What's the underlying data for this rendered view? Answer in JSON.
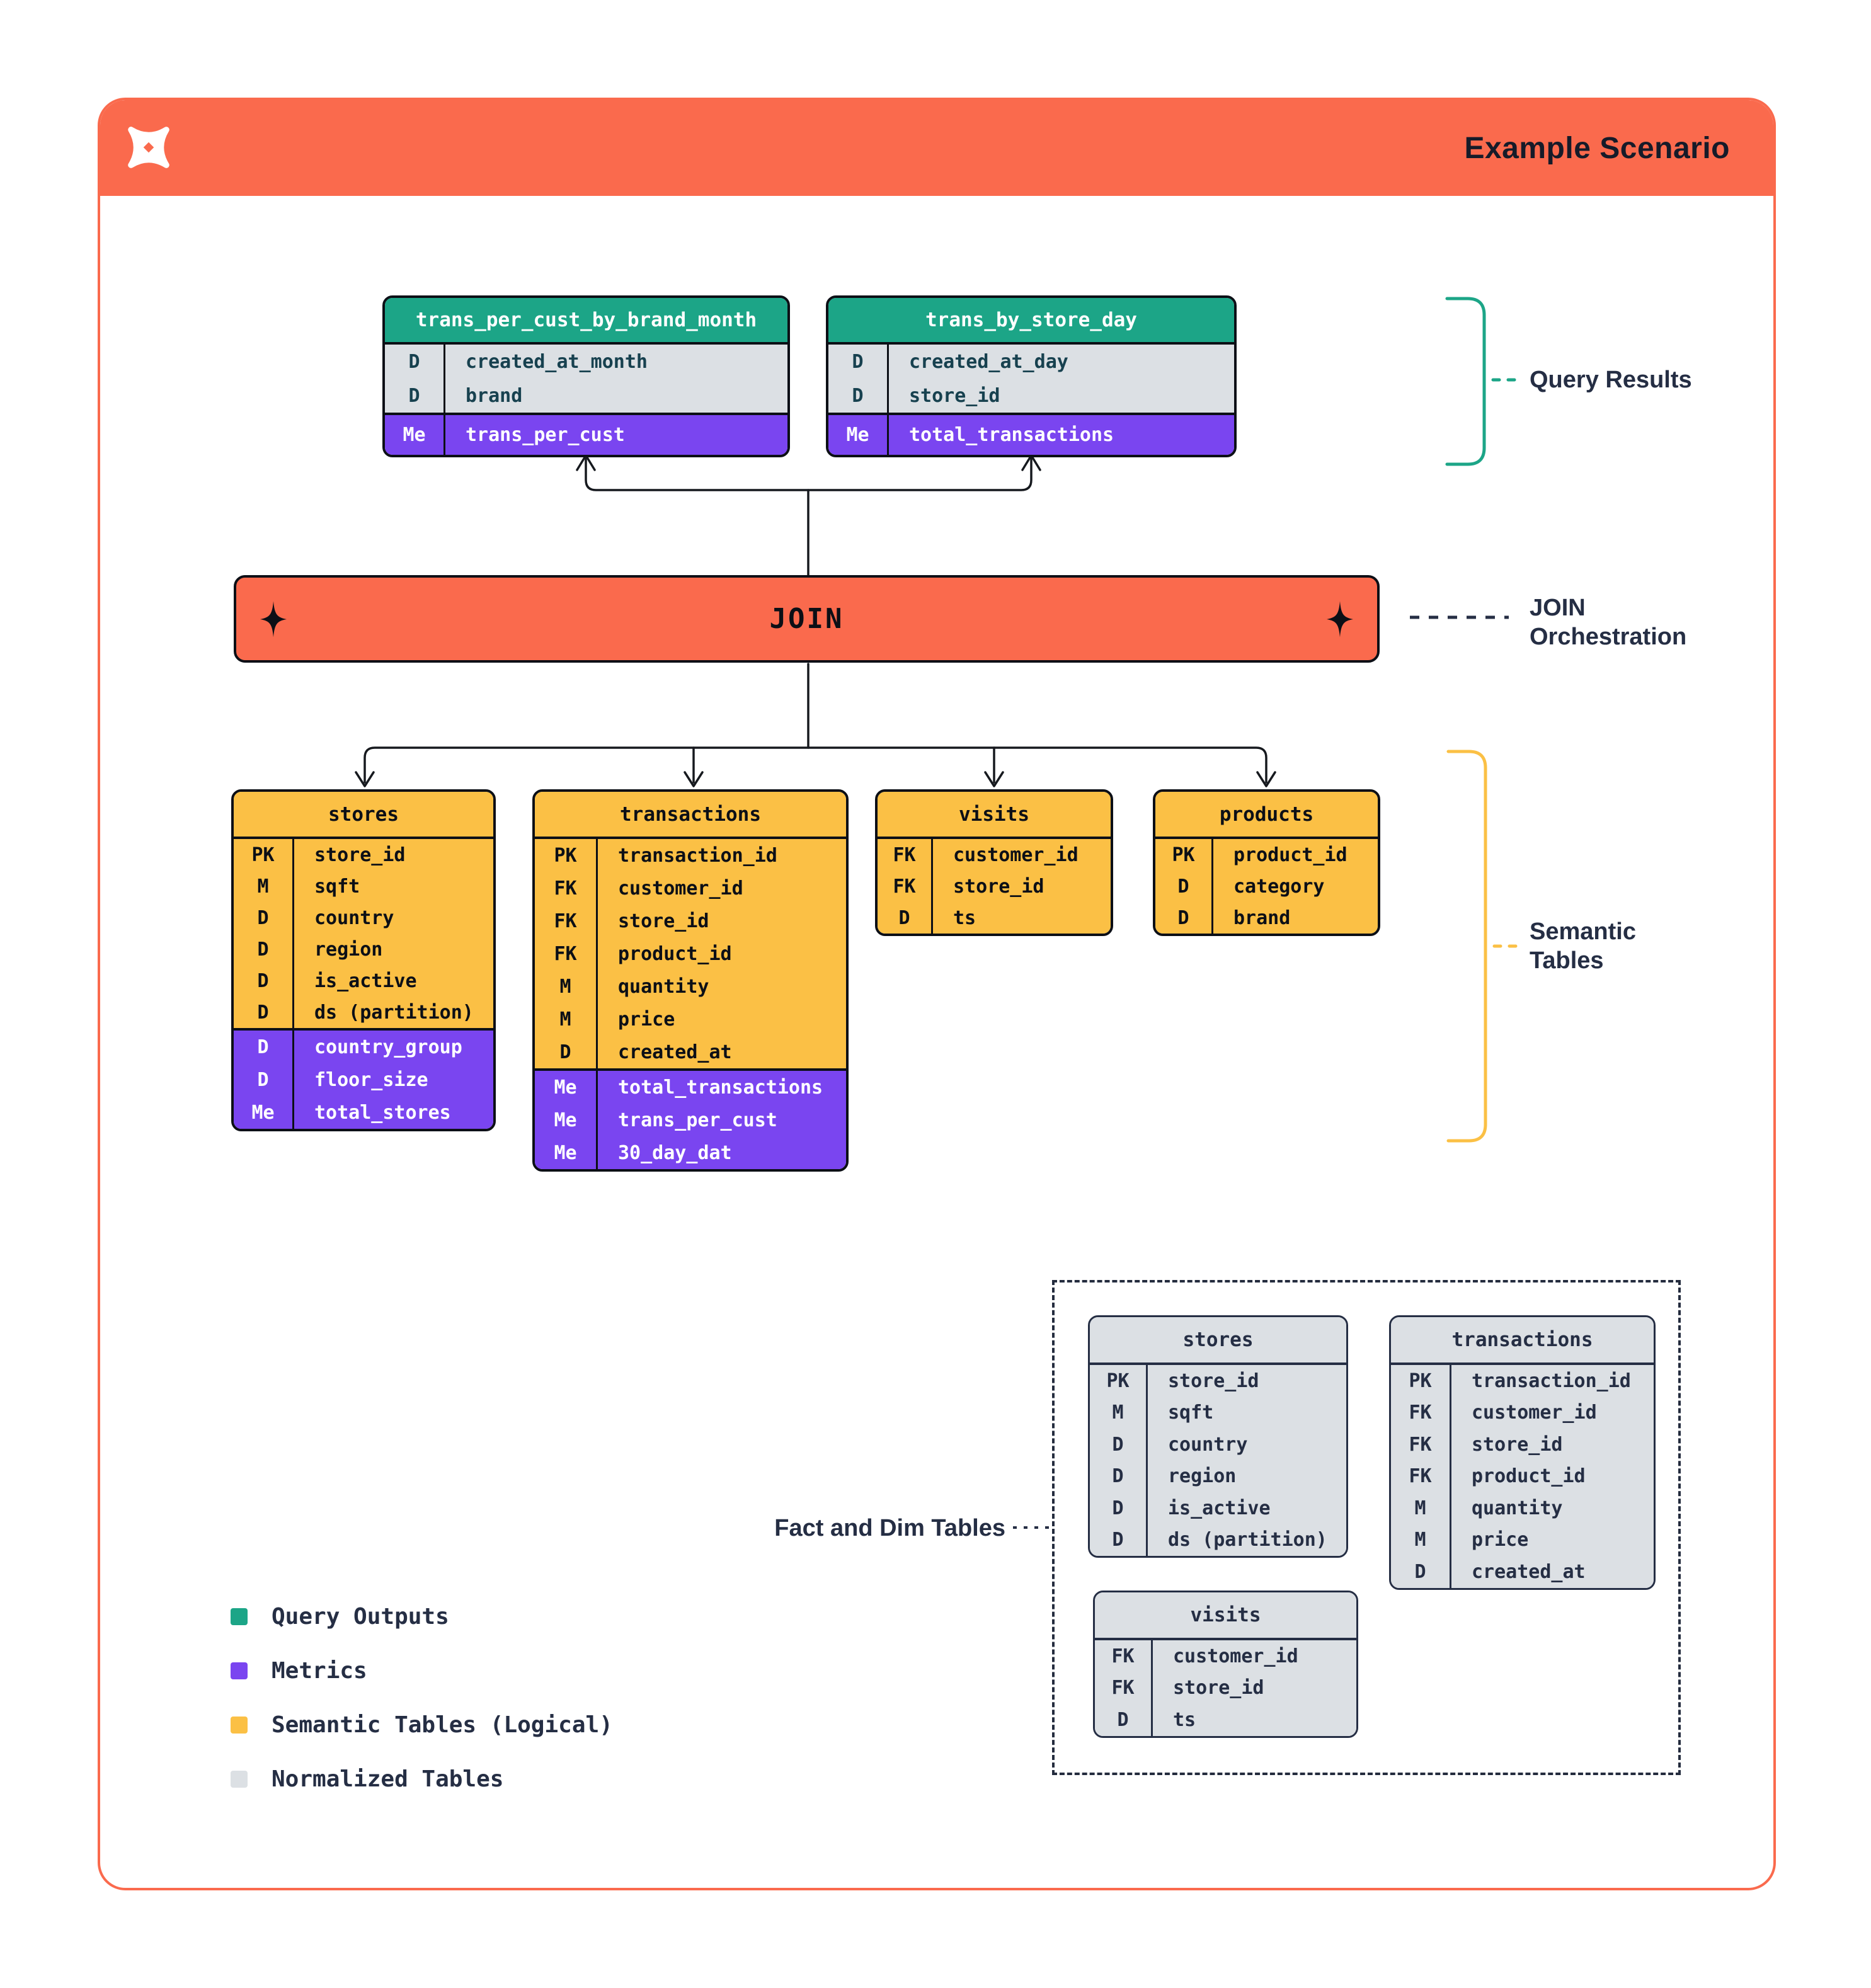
{
  "header": {
    "title": "Example Scenario",
    "logo": "dbt-star-logo"
  },
  "join": {
    "label": "JOIN"
  },
  "annotations": {
    "query_results": "Query Results",
    "join_orchestration_line1": "JOIN",
    "join_orchestration_line2": "Orchestration",
    "semantic_tables_line1": "Semantic",
    "semantic_tables_line2": "Tables",
    "fact_dim": "Fact and Dim Tables"
  },
  "legend": {
    "items": [
      {
        "swatch": "green",
        "label": "Query Outputs"
      },
      {
        "swatch": "purple",
        "label": "Metrics"
      },
      {
        "swatch": "yellow",
        "label": "Semantic Tables (Logical)"
      },
      {
        "swatch": "gray",
        "label": "Normalized Tables"
      }
    ]
  },
  "colors": {
    "orange": "#FA6A4D",
    "green": "#1CA587",
    "purple": "#7A45F0",
    "yellow": "#FBC045",
    "gray": "#DCE0E4",
    "ink": "#0C0F16",
    "navy": "#252E44",
    "greenrow": "#17414F"
  },
  "tables": [
    {
      "id": "qo_trans_per_cust_by_brand_month",
      "kind": "green",
      "name": "trans_per_cust_by_brand_month",
      "rows": [
        [
          "D",
          "created_at_month"
        ],
        [
          "D",
          "brand"
        ]
      ],
      "metrics": [
        [
          "Me",
          "trans_per_cust"
        ]
      ]
    },
    {
      "id": "qo_trans_by_store_day",
      "kind": "green",
      "name": "trans_by_store_day",
      "rows": [
        [
          "D",
          "created_at_day"
        ],
        [
          "D",
          "store_id"
        ]
      ],
      "metrics": [
        [
          "Me",
          "total_transactions"
        ]
      ]
    },
    {
      "id": "sem_stores",
      "kind": "yellow",
      "name": "stores",
      "rows": [
        [
          "PK",
          "store_id"
        ],
        [
          "M",
          "sqft"
        ],
        [
          "D",
          "country"
        ],
        [
          "D",
          "region"
        ],
        [
          "D",
          "is_active"
        ],
        [
          "D",
          "ds (partition)"
        ]
      ],
      "metrics": [
        [
          "D",
          "country_group"
        ],
        [
          "D",
          "floor_size"
        ],
        [
          "Me",
          "total_stores"
        ]
      ]
    },
    {
      "id": "sem_transactions",
      "kind": "yellow",
      "name": "transactions",
      "rows": [
        [
          "PK",
          "transaction_id"
        ],
        [
          "FK",
          "customer_id"
        ],
        [
          "FK",
          "store_id"
        ],
        [
          "FK",
          "product_id"
        ],
        [
          "M",
          "quantity"
        ],
        [
          "M",
          "price"
        ],
        [
          "D",
          "created_at"
        ]
      ],
      "metrics": [
        [
          "Me",
          "total_transactions"
        ],
        [
          "Me",
          "trans_per_cust"
        ],
        [
          "Me",
          "30_day_dat"
        ]
      ]
    },
    {
      "id": "sem_visits",
      "kind": "yellow",
      "name": "visits",
      "rows": [
        [
          "FK",
          "customer_id"
        ],
        [
          "FK",
          "store_id"
        ],
        [
          "D",
          "ts"
        ]
      ],
      "metrics": []
    },
    {
      "id": "sem_products",
      "kind": "yellow",
      "name": "products",
      "rows": [
        [
          "PK",
          "product_id"
        ],
        [
          "D",
          "category"
        ],
        [
          "D",
          "brand"
        ]
      ],
      "metrics": []
    },
    {
      "id": "norm_stores",
      "kind": "gray",
      "name": "stores",
      "rows": [
        [
          "PK",
          "store_id"
        ],
        [
          "M",
          "sqft"
        ],
        [
          "D",
          "country"
        ],
        [
          "D",
          "region"
        ],
        [
          "D",
          "is_active"
        ],
        [
          "D",
          "ds (partition)"
        ]
      ],
      "metrics": []
    },
    {
      "id": "norm_transactions",
      "kind": "gray",
      "name": "transactions",
      "rows": [
        [
          "PK",
          "transaction_id"
        ],
        [
          "FK",
          "customer_id"
        ],
        [
          "FK",
          "store_id"
        ],
        [
          "FK",
          "product_id"
        ],
        [
          "M",
          "quantity"
        ],
        [
          "M",
          "price"
        ],
        [
          "D",
          "created_at"
        ]
      ],
      "metrics": []
    },
    {
      "id": "norm_visits",
      "kind": "gray",
      "name": "visits",
      "rows": [
        [
          "FK",
          "customer_id"
        ],
        [
          "FK",
          "store_id"
        ],
        [
          "D",
          "ts"
        ]
      ],
      "metrics": []
    }
  ]
}
